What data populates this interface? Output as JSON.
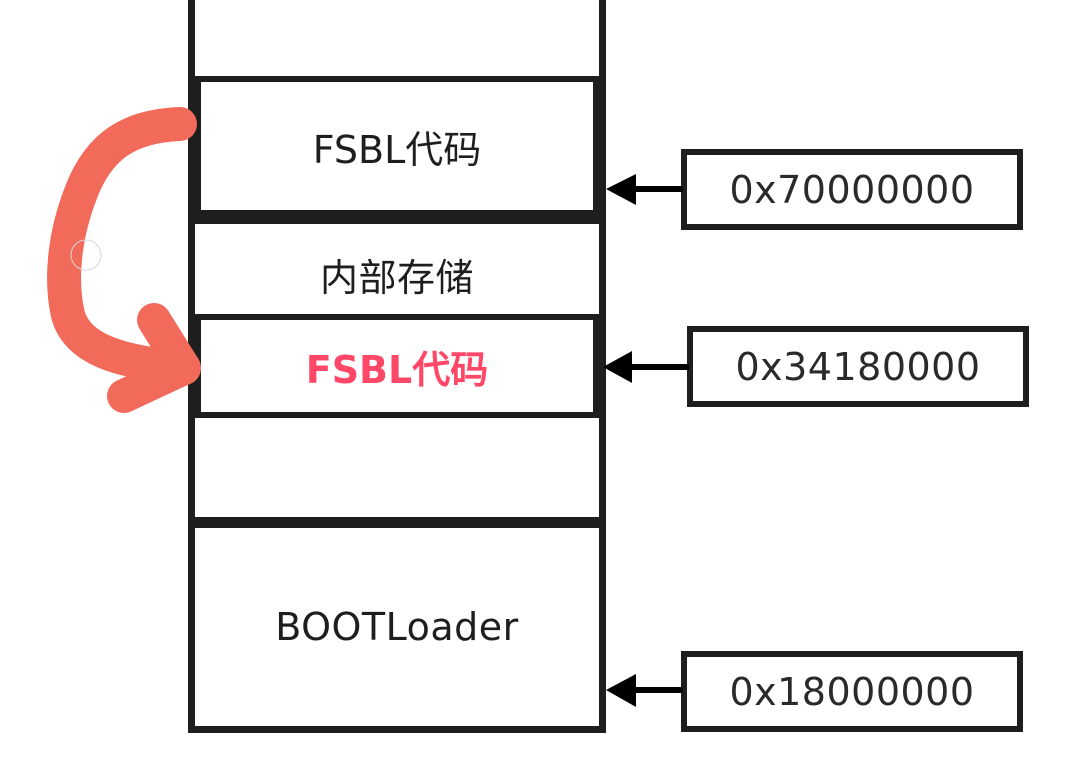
{
  "diagram": {
    "title": "",
    "memory_blocks": [
      {
        "id": "top-empty",
        "label": ""
      },
      {
        "id": "fsbl-code-source",
        "label": "FSBL代码",
        "highlight": false
      },
      {
        "id": "internal-storage",
        "label": "内部存储"
      },
      {
        "id": "fsbl-code-target",
        "label": "FSBL代码",
        "highlight": true
      },
      {
        "id": "gap-empty",
        "label": ""
      },
      {
        "id": "bootloader",
        "label": "BOOTLoader"
      }
    ],
    "address_pointers": [
      {
        "address": "0x70000000",
        "points_to": "fsbl-code-source"
      },
      {
        "address": "0x34180000",
        "points_to": "fsbl-code-target"
      },
      {
        "address": "0x18000000",
        "points_to": "bootloader"
      }
    ],
    "copy_arrow": {
      "from": "fsbl-code-source",
      "to": "fsbl-code-target",
      "meaning": "copy FSBL code into internal storage"
    },
    "colors": {
      "line": "#1e1e1e",
      "highlight_text": "#ff4868",
      "copy_arrow": "#f26a5a"
    }
  }
}
